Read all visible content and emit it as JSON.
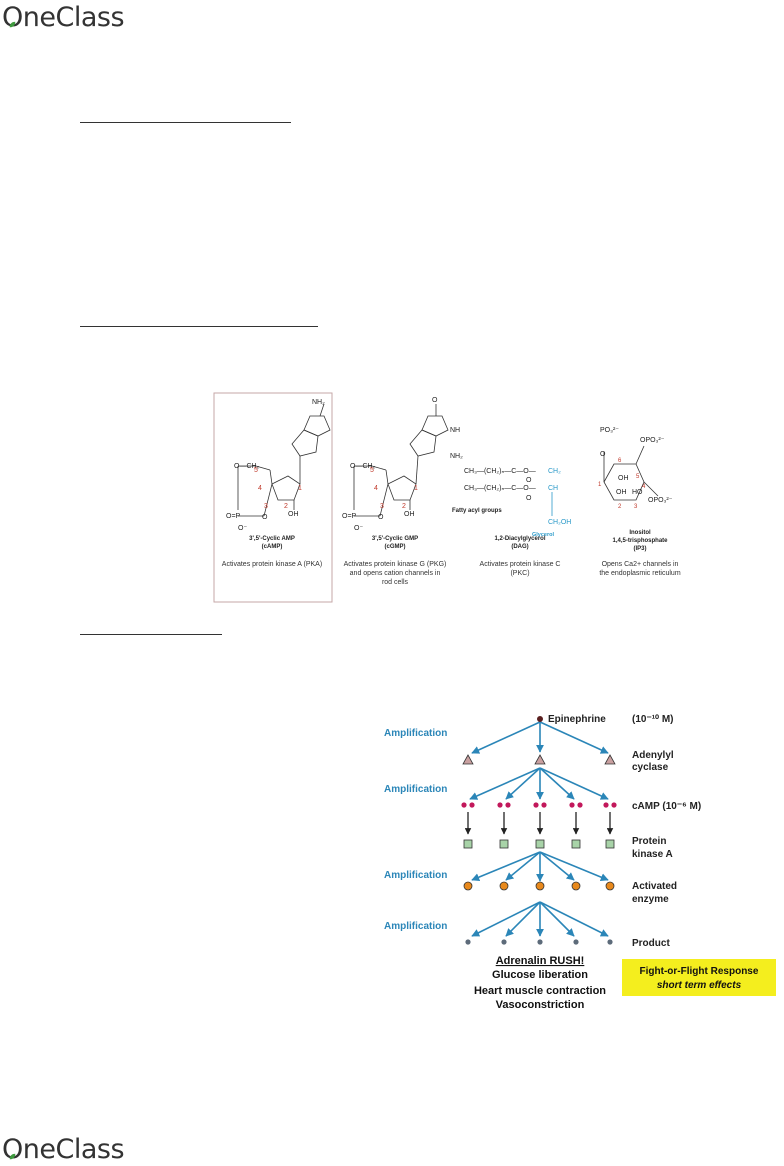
{
  "brand": {
    "name": "OneClass",
    "accent": "#3f9b3f"
  },
  "structures": [
    {
      "name": "3',5'-Cyclic AMP",
      "abbr": "(cAMP)",
      "caption": [
        "Activates protein kinase A (PKA)"
      ]
    },
    {
      "name": "3',5'-Cyclic GMP",
      "abbr": "(cGMP)",
      "caption": [
        "Activates protein kinase G (PKG)",
        "and opens cation channels in",
        "rod cells"
      ]
    },
    {
      "name": "1,2-Diacylglycerol",
      "abbr": "(DAG)",
      "caption": [
        "Activates protein kinase C",
        "(PKC)"
      ]
    },
    {
      "name": "Inositol",
      "abbr": "1,4,5-trisphosphate",
      "abbr2": "(IP3)",
      "caption": [
        "Opens Ca2+ channels in",
        "the endoplasmic reticulum"
      ]
    }
  ],
  "dag_labels": {
    "fatty": "Fatty acyl groups",
    "glycerol": "Glycerol"
  },
  "cascade": {
    "amplification": "Amplification",
    "levels": [
      {
        "label": "Epinephrine",
        "note": "(10⁻¹⁰ M)"
      },
      {
        "label": "Adenylyl",
        "label2": "cyclase"
      },
      {
        "label": "cAMP (10⁻⁶ M)"
      },
      {
        "label": "Protein",
        "label2": "kinase A"
      },
      {
        "label": "Activated",
        "label2": "enzyme"
      },
      {
        "label": "Product"
      }
    ],
    "effects": [
      "Adrenalin RUSH!",
      "Glucose liberation",
      "Heart muscle contraction",
      "Vasoconstriction"
    ],
    "response": [
      "Fight-or-Flight Response",
      "short term effects"
    ],
    "colors": {
      "arrow": "#2b86b8",
      "amplification": "#2b86b8",
      "highlight": "#f4ee1e"
    }
  }
}
